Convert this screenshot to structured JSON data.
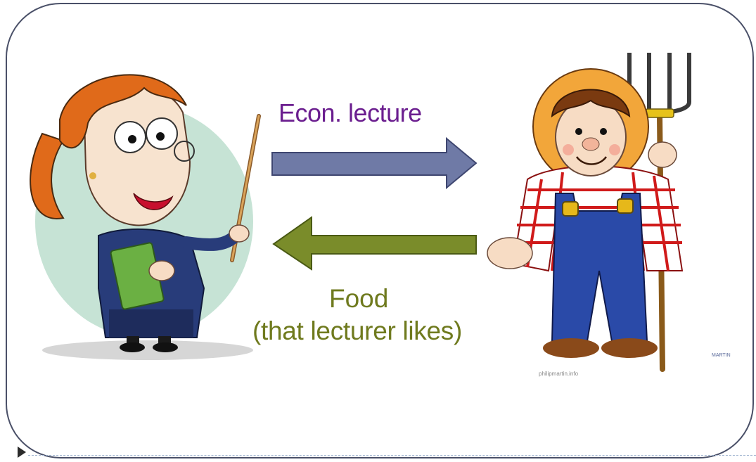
{
  "labels": {
    "lecture": "Econ. lecture",
    "food": "Food",
    "food_qualifier": "(that lecturer likes)"
  },
  "credit": "philipmartin.info",
  "signature": "MARTIN",
  "colors": {
    "frame": "#4a5068",
    "arrow_lecture": "#6f7aa6",
    "arrow_food": "#7a8c2a",
    "lecture_text": "#6b1e8f",
    "food_text": "#6f7a1e"
  },
  "icons": {
    "teacher": "teacher-icon",
    "farmer": "farmer-icon"
  }
}
